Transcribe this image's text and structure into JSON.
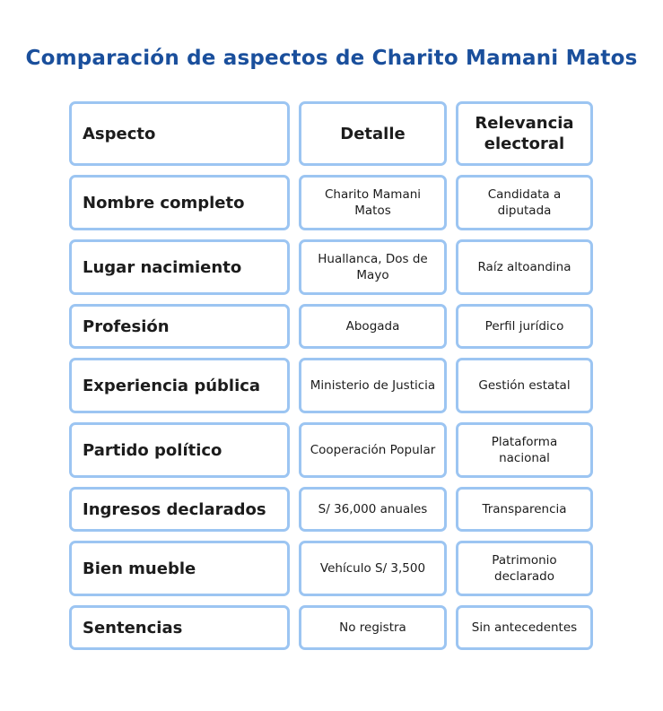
{
  "title": "Comparación de aspectos de Charito Mamani Matos",
  "headers": [
    "Aspecto",
    "Detalle",
    "Relevancia electoral"
  ],
  "rows": [
    {
      "aspecto": "Nombre completo",
      "detalle": "Charito Mamani Matos",
      "relevancia": "Candidata a diputada"
    },
    {
      "aspecto": "Lugar nacimiento",
      "detalle": "Huallanca, Dos de Mayo",
      "relevancia": "Raíz altoandina"
    },
    {
      "aspecto": "Profesión",
      "detalle": "Abogada",
      "relevancia": "Perfil jurídico"
    },
    {
      "aspecto": "Experiencia pública",
      "detalle": "Ministerio de Justicia",
      "relevancia": "Gestión estatal"
    },
    {
      "aspecto": "Partido político",
      "detalle": "Cooperación Popular",
      "relevancia": "Plataforma nacional"
    },
    {
      "aspecto": "Ingresos declarados",
      "detalle": "S/ 36,000 anuales",
      "relevancia": "Transparencia"
    },
    {
      "aspecto": "Bien mueble",
      "detalle": "Vehículo S/ 3,500",
      "relevancia": "Patrimonio declarado"
    },
    {
      "aspecto": "Sentencias",
      "detalle": "No registra",
      "relevancia": "Sin antecedentes"
    }
  ]
}
